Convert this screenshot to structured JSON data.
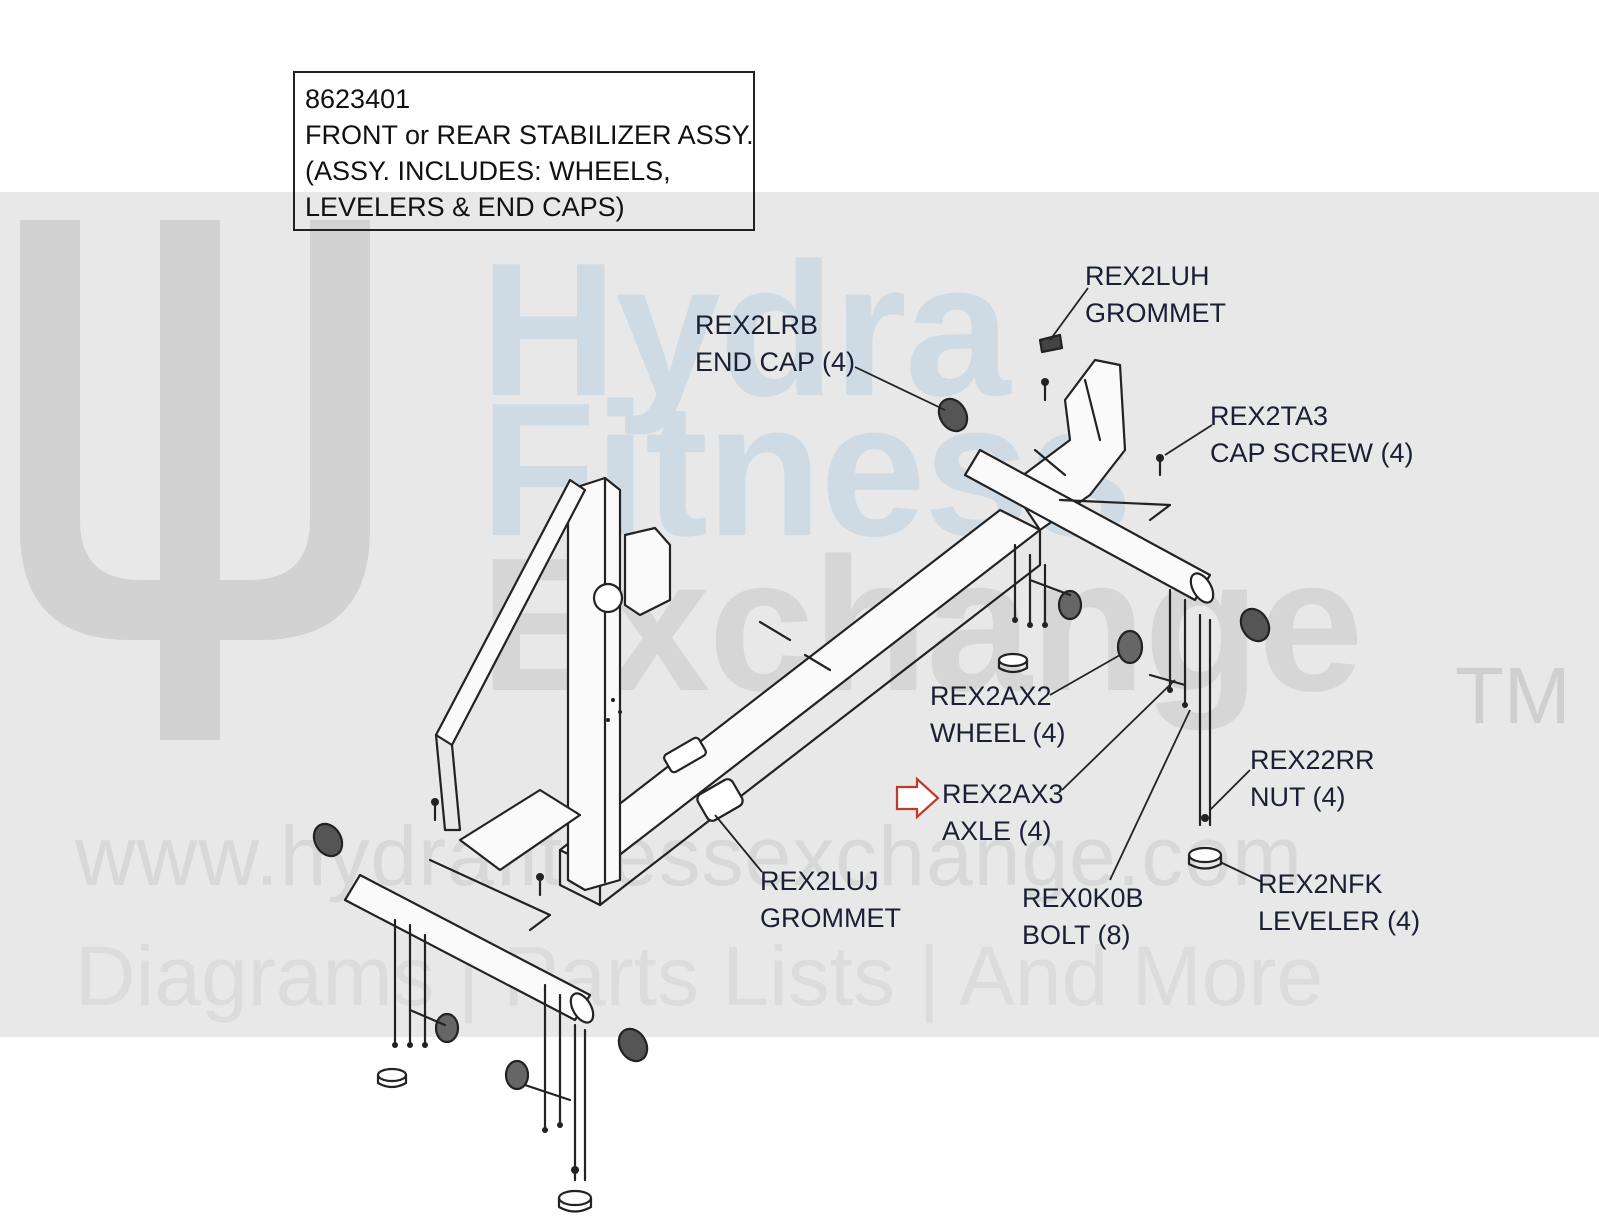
{
  "watermark": {
    "words": [
      "Hydra",
      "Fitness",
      "Exchange"
    ],
    "trademark": "TM",
    "url": "www.hydrafitnessexchange.com",
    "tagline": "Diagrams | Parts Lists | And More"
  },
  "title_box": {
    "part_number": "8623401",
    "name": "FRONT or REAR STABILIZER ASSY.",
    "includes_line1": "(ASSY. INCLUDES: WHEELS,",
    "includes_line2": "LEVELERS & END CAPS)"
  },
  "callouts": [
    {
      "part": "REX2LUH",
      "desc": "GROMMET"
    },
    {
      "part": "REX2LRB",
      "desc": "END CAP (4)"
    },
    {
      "part": "REX2TA3",
      "desc": "CAP SCREW (4)"
    },
    {
      "part": "REX2AX2",
      "desc": "WHEEL (4)"
    },
    {
      "part": "REX2AX3",
      "desc": "AXLE (4)"
    },
    {
      "part": "REX22RR",
      "desc": "NUT (4)"
    },
    {
      "part": "REX2LUJ",
      "desc": "GROMMET"
    },
    {
      "part": "REX0K0B",
      "desc": "BOLT (8)"
    },
    {
      "part": "REX2NFK",
      "desc": "LEVELER (4)"
    }
  ],
  "colors": {
    "highlight_arrow": "#c0392b",
    "line": "#222222",
    "watermark_band": "#e8e8e8"
  }
}
